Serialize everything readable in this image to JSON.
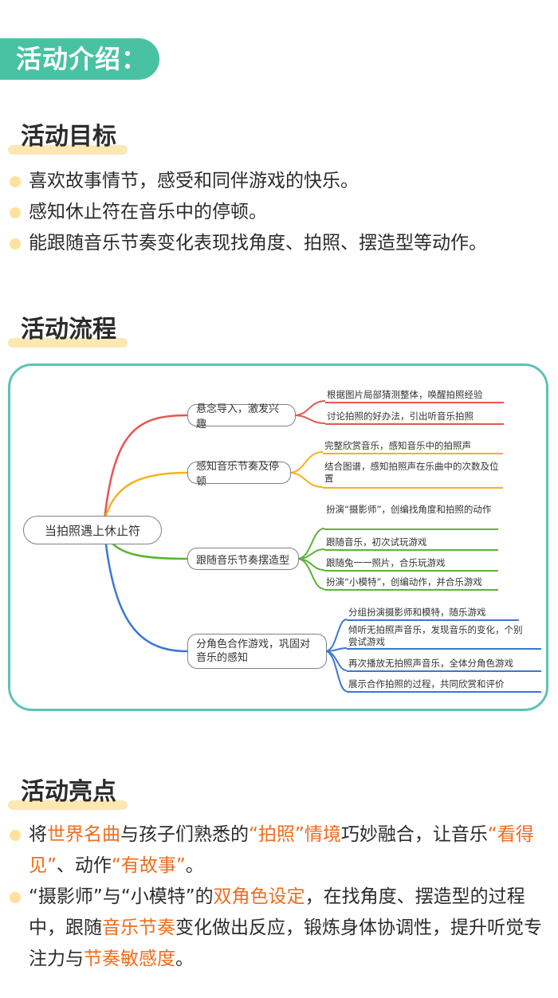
{
  "banner": "活动介绍：",
  "sections": {
    "goals_title": "活动目标",
    "flow_title": "活动流程",
    "highlights_title": "活动亮点"
  },
  "goals": [
    "喜欢故事情节，感受和同伴游戏的快乐。",
    "感知休止符在音乐中的停顿。",
    "能跟随音乐节奏变化表现找角度、拍照、摆造型等动作。"
  ],
  "mindmap": {
    "root": "当拍照遇上休止符",
    "branches": [
      {
        "label": "悬念导入，激发兴趣",
        "color": "#e8554e",
        "leaves": [
          "根据图片局部猜测整体，唤醒拍照经验",
          "讨论拍照的好办法，引出听音乐拍照"
        ]
      },
      {
        "label": "感知音乐节奏及停顿",
        "color": "#f3b21a",
        "leaves": [
          "完整欣赏音乐，感知音乐中的拍照声",
          "结合图谱，感知拍照声在乐曲中的次数及位置"
        ]
      },
      {
        "label": "跟随音乐节奏摆造型",
        "color": "#5ab534",
        "leaves": [
          "扮演“摄影师”，创编找角度和拍照的动作",
          "跟随音乐，初次试玩游戏",
          "跟随兔一一照片，合乐玩游戏",
          "扮演“小模特”，创编动作，并合乐游戏"
        ]
      },
      {
        "label": "分角色合作游戏，巩固对音乐的感知",
        "color": "#3a78d0",
        "leaves": [
          "分组扮演摄影师和模特，随乐游戏",
          "倾听无拍照声音乐，发现音乐的变化，个别尝试游戏",
          "再次播放无拍照声音乐，全体分角色游戏",
          "展示合作拍照的过程，共同欣赏和评价"
        ]
      }
    ]
  },
  "highlights": {
    "p1": [
      "将",
      "世界名曲",
      "与孩子们熟悉的",
      "“拍照”情境",
      "巧妙融合，让音乐",
      "“看得见”",
      "、动作",
      "“有故事”",
      "。"
    ],
    "p2": [
      "“摄影师”与“小模特”的",
      "双角色设定",
      "，在找角度、摆造型的过程中，跟随",
      "音乐节奏",
      "变化做出反应，锻炼身体协调性，提升听觉专注力与",
      "节奏敏感度",
      "。"
    ]
  },
  "colors": {
    "accent": "#48c2a3",
    "highlight": "#f26b1c",
    "bullet": "#fde29e",
    "frame": "#5cc3b8"
  }
}
